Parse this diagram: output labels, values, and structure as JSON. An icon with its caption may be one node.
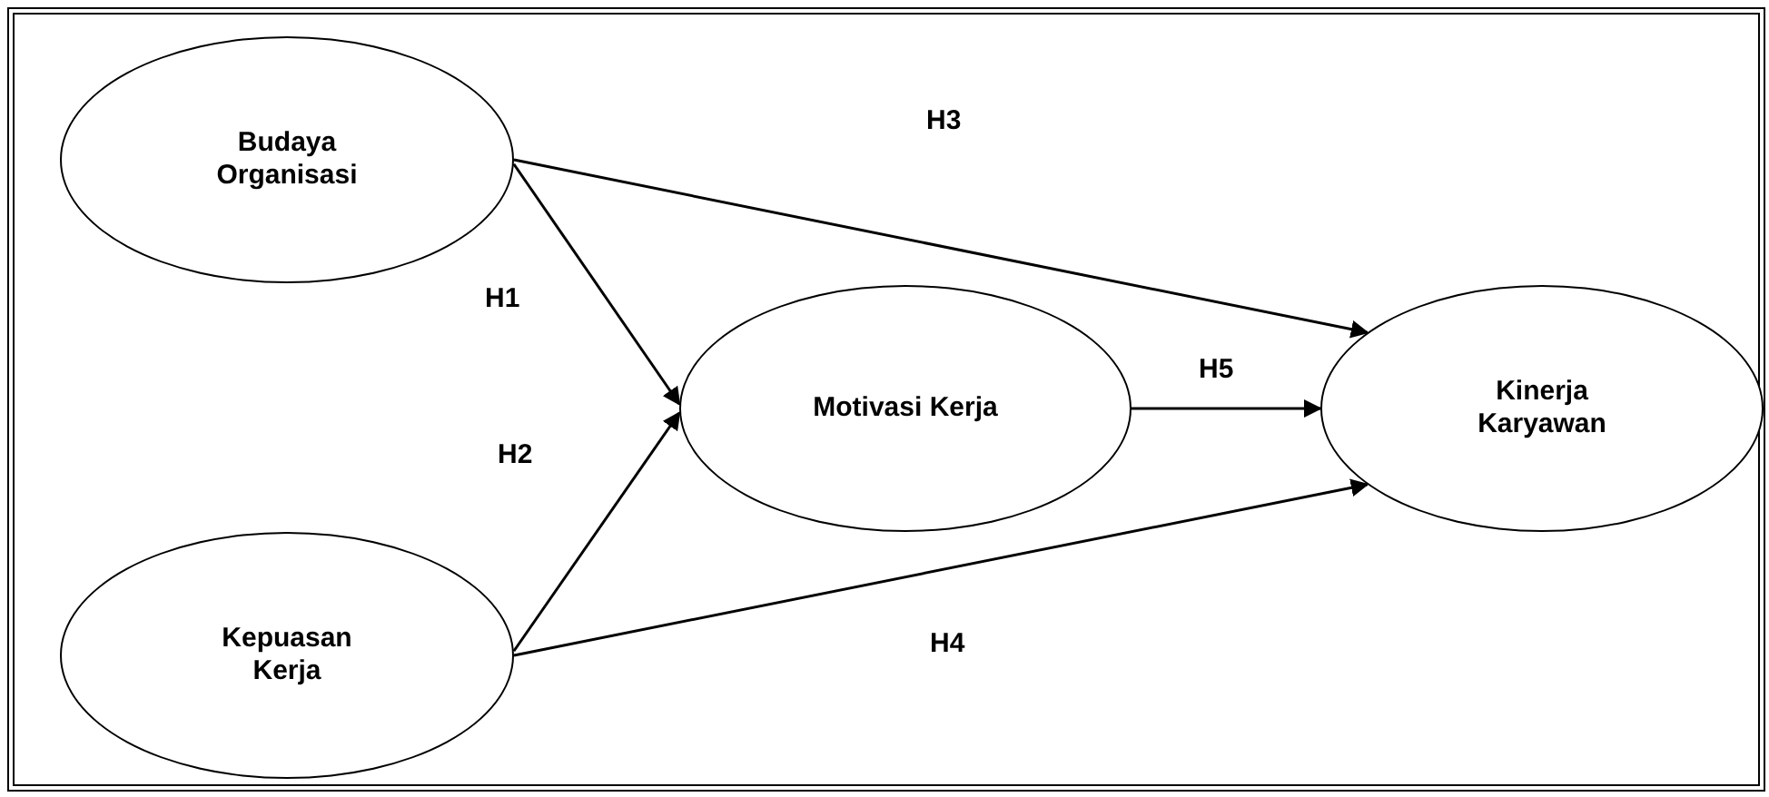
{
  "diagram": {
    "nodes": [
      {
        "text": [
          "Budaya Organisasi"
        ]
      },
      {
        "text": [
          "Kepuasan Kerja"
        ]
      },
      {
        "text": [
          "Motivasi Kerja"
        ]
      },
      {
        "text": [
          "Kinerja Karyawan"
        ]
      }
    ],
    "edges": [
      {
        "from": 0,
        "to": 2,
        "arrow": "to",
        "label": "H1"
      },
      {
        "from": 1,
        "to": 2,
        "arrow": "to",
        "label": "H2"
      },
      {
        "from": 0,
        "to": 3,
        "arrow": "to",
        "label": "H3"
      },
      {
        "from": 1,
        "to": 3,
        "arrow": "to",
        "label": "H4"
      },
      {
        "from": 2,
        "to": 3,
        "arrow": "to",
        "label": "H5"
      }
    ]
  }
}
